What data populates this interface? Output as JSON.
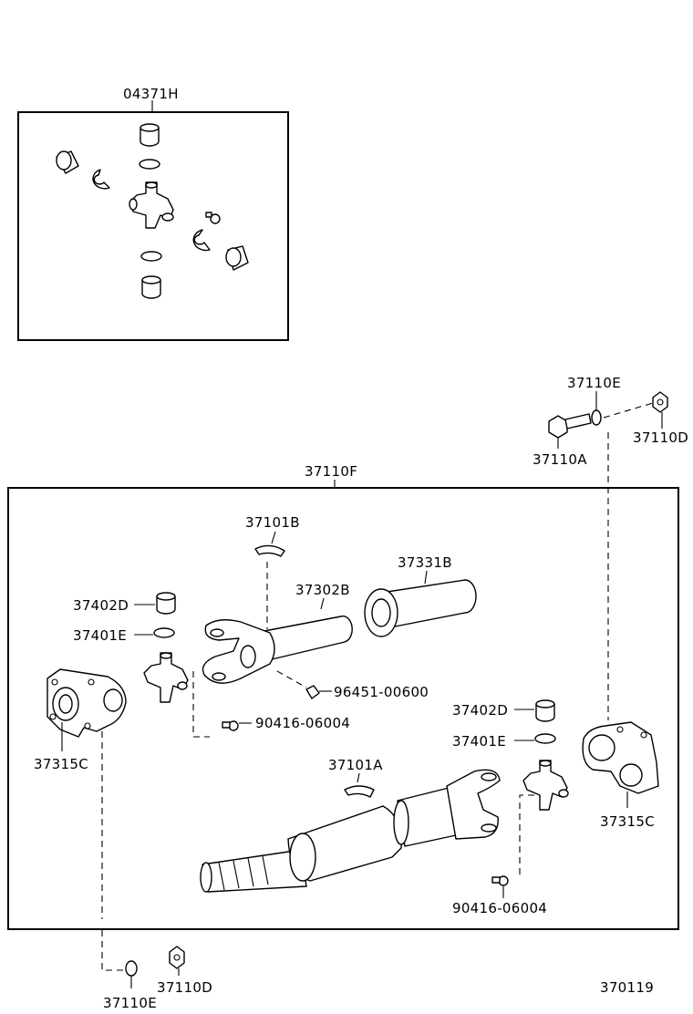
{
  "labels": {
    "kit": "04371H",
    "shaft_assy": "37110F",
    "washer_top": "37110E",
    "nut_top": "37110D",
    "bolt_top": "37110A",
    "weight_upper": "37101B",
    "sleeve": "37331B",
    "yoke_shaft": "37302B",
    "bearing_left": "37402D",
    "snap_ring_left": "37401E",
    "grease_fitting_upper": "96451-00600",
    "fitting_left": "90416-06004",
    "flange_left": "37315C",
    "bearing_right": "37402D",
    "snap_ring_right": "37401E",
    "weight_lower": "37101A",
    "flange_right": "37315C",
    "fitting_lower": "90416-06004",
    "washer_bottom": "37110E",
    "nut_bottom": "37110D",
    "figure_number": "370119"
  }
}
